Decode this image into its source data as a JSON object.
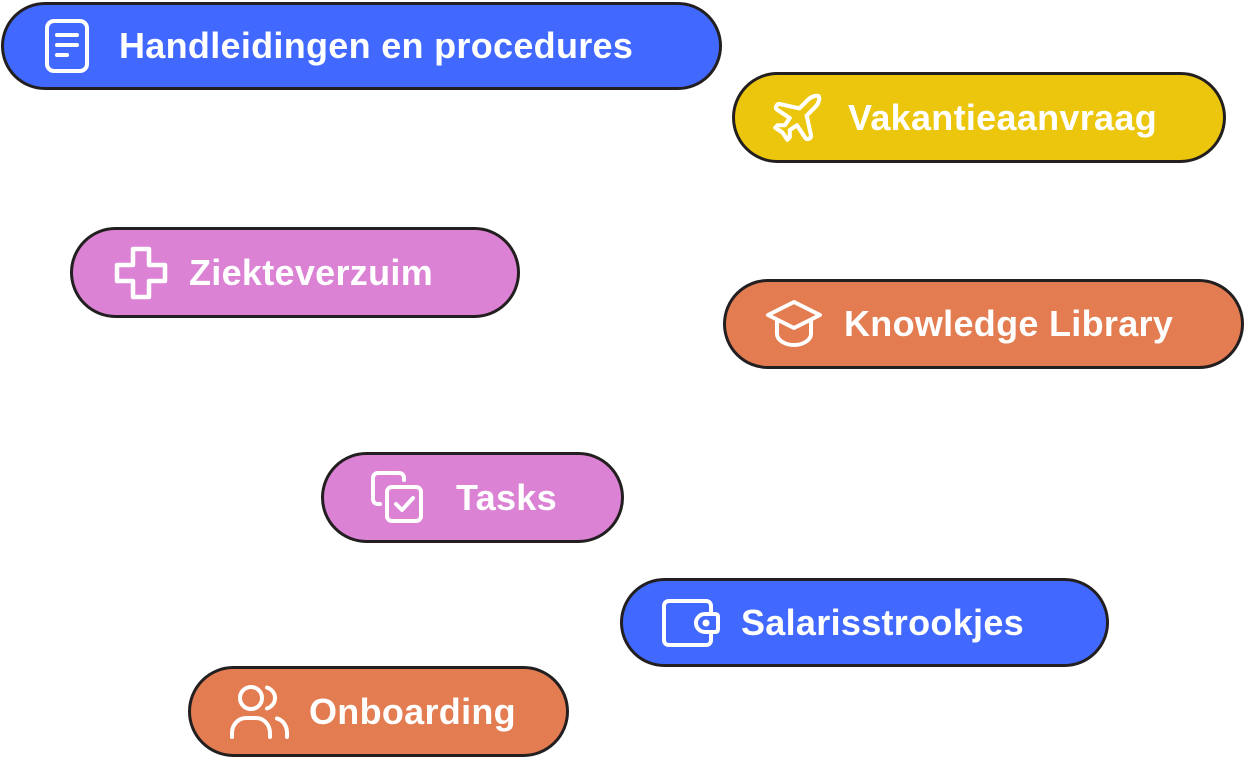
{
  "colors": {
    "blue": "#4169ff",
    "yellow": "#ecc60c",
    "pink": "#db82d5",
    "orange": "#e37c51",
    "outline": "#231f20",
    "text": "#ffffff"
  },
  "pills": [
    {
      "label": "Handleidingen en procedures",
      "icon": "document-icon",
      "color": "#4169ff"
    },
    {
      "label": "Vakantieaanvraag",
      "icon": "airplane-icon",
      "color": "#ecc60c"
    },
    {
      "label": "Ziekteverzuim",
      "icon": "medical-cross-icon",
      "color": "#db82d5"
    },
    {
      "label": "Knowledge Library",
      "icon": "graduation-cap-icon",
      "color": "#e37c51"
    },
    {
      "label": "Tasks",
      "icon": "checked-copy-icon",
      "color": "#db82d5"
    },
    {
      "label": "Salarisstrookjes",
      "icon": "wallet-icon",
      "color": "#4169ff"
    },
    {
      "label": "Onboarding",
      "icon": "users-icon",
      "color": "#e37c51"
    }
  ]
}
